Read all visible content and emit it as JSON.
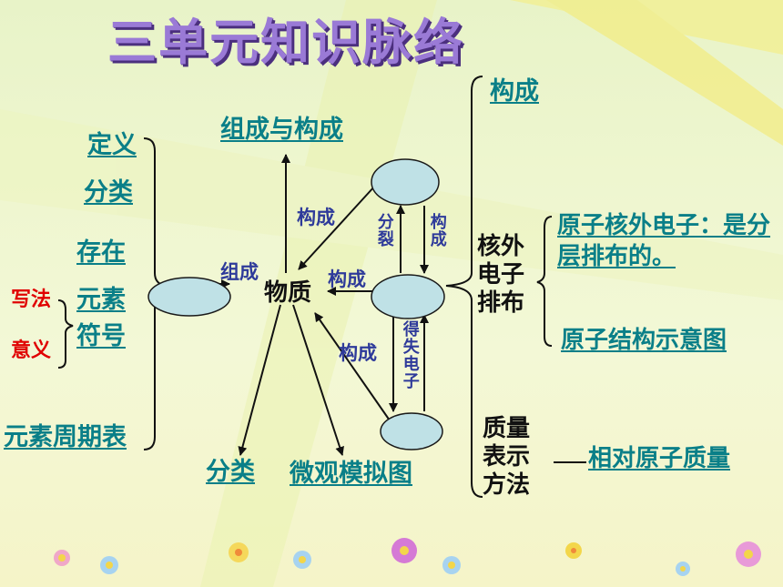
{
  "title": "三单元知识脉络",
  "center": "物质",
  "left": {
    "items": [
      "定义",
      "分类",
      "存在",
      "元素",
      "符号",
      "元素周期表"
    ],
    "sub": [
      "写法",
      "意义"
    ]
  },
  "top_node": "组成与构成",
  "bottom": [
    "分类",
    "微观模拟图"
  ],
  "arrows": {
    "compose": "组成",
    "form1": "构成",
    "form2": "构成",
    "form3": "构成",
    "split": "分裂",
    "form_v": "构成",
    "gain_lose": "得失电子"
  },
  "right": {
    "top": "构成",
    "electron": "核外电子排布",
    "electron_items": [
      "原子核外电子：是分层排布的。",
      "原子结构示意图"
    ],
    "mass": "质量表示方法",
    "mass_item": "相对原子质量"
  },
  "colors": {
    "link": "#0a7f88",
    "node_fill": "#bfe1e6",
    "red": "#e00000",
    "arrow_label": "#2e3a9a"
  }
}
